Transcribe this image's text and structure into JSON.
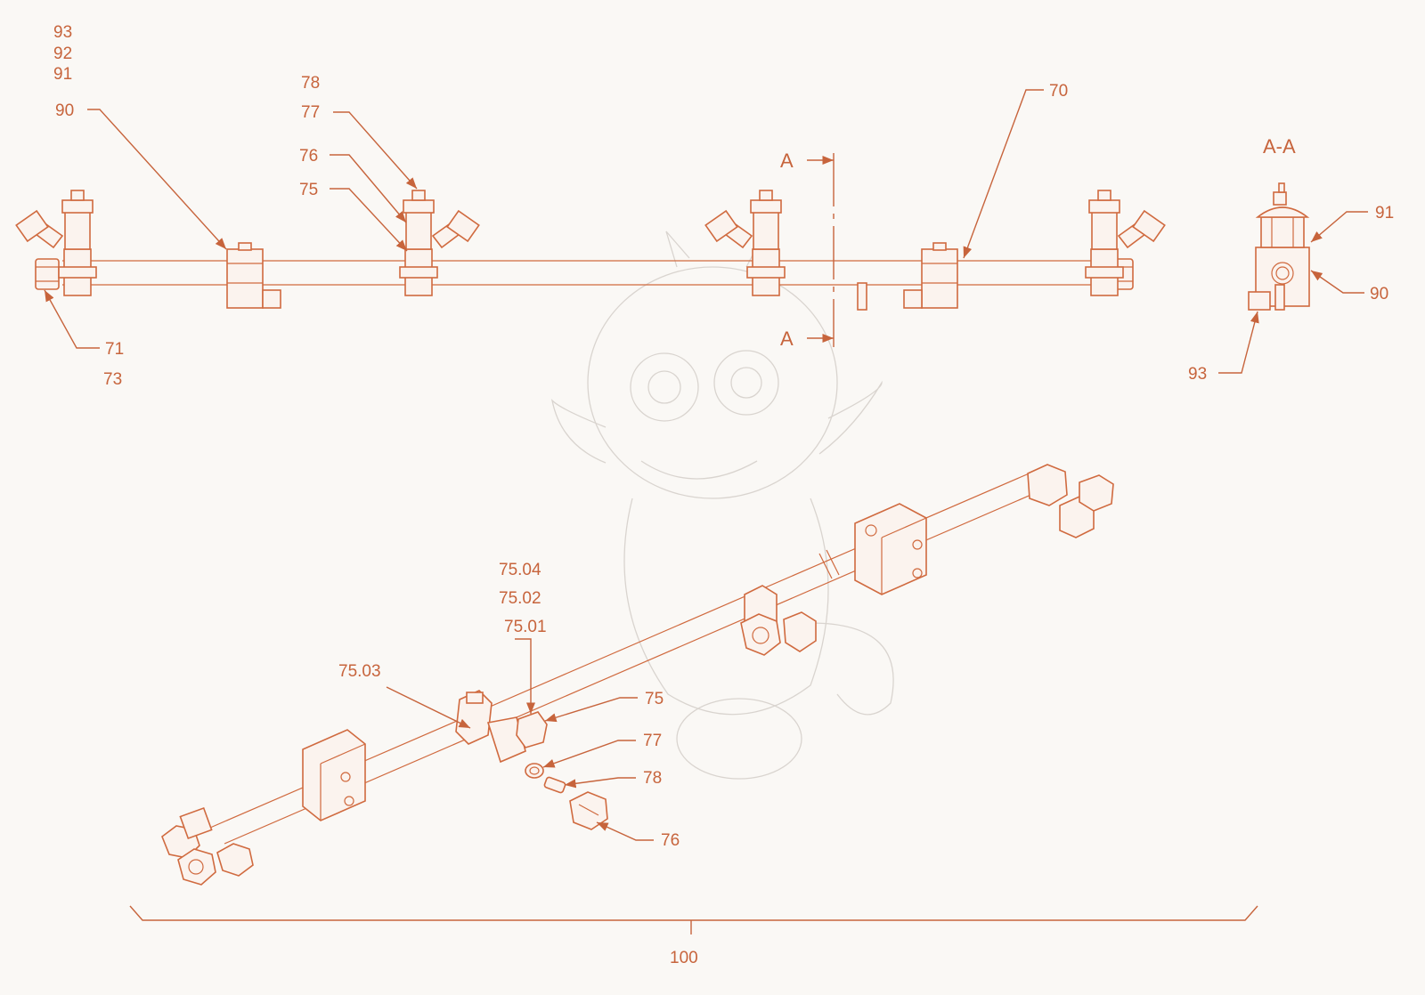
{
  "drawing": {
    "colors": {
      "line": "#c7643c",
      "paper": "#faf8f5",
      "watermark": "#d9d4cf"
    },
    "section_marker": "A",
    "section_title": "A-A",
    "callouts": {
      "c93": "93",
      "c92": "92",
      "c91": "91",
      "c90": "90",
      "c78": "78",
      "c77": "77",
      "c76": "76",
      "c75": "75",
      "c70": "70",
      "c71": "71",
      "c73": "73",
      "s91": "91",
      "s90": "90",
      "s93": "93",
      "i7504": "75.04",
      "i7502": "75.02",
      "i7501": "75.01",
      "i7503": "75.03",
      "i75": "75",
      "i77": "77",
      "i78": "78",
      "i76": "76",
      "dim100": "100"
    },
    "watermark_icon": "baby-dragon-watermark"
  }
}
